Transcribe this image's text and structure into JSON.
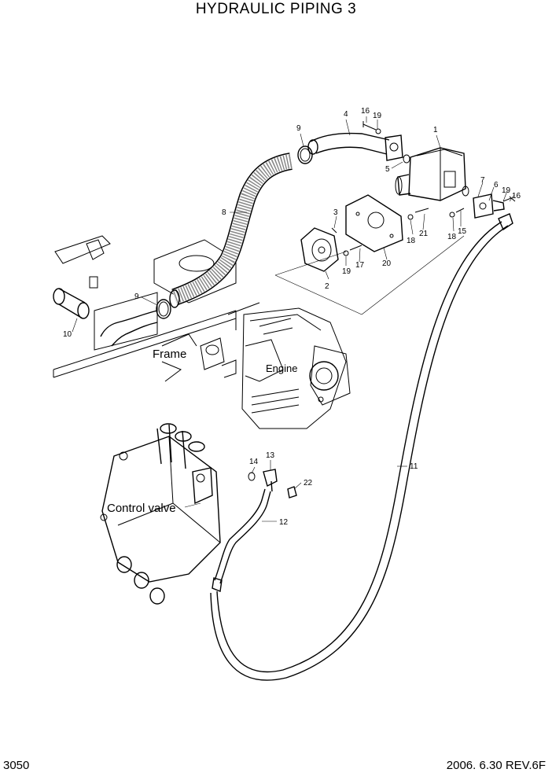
{
  "title": "HYDRAULIC PIPING 3",
  "page_number": "3050",
  "revision": "2006. 6.30  REV.6F",
  "labels": {
    "frame": "Frame",
    "engine": "Engine",
    "control_valve": "Control valve"
  },
  "callouts": {
    "p1": "1",
    "p2": "2",
    "p3": "3",
    "p4": "4",
    "p5": "5",
    "p6": "6",
    "p7": "7",
    "p8": "8",
    "p9a": "9",
    "p9b": "9",
    "p10": "10",
    "p11": "11",
    "p12": "12",
    "p13": "13",
    "p14": "14",
    "p15": "15",
    "p16a": "16",
    "p16b": "16",
    "p17": "17",
    "p18a": "18",
    "p18b": "18",
    "p19a": "19",
    "p19b": "19",
    "p19c": "19",
    "p20": "20",
    "p21": "21",
    "p22": "22"
  }
}
